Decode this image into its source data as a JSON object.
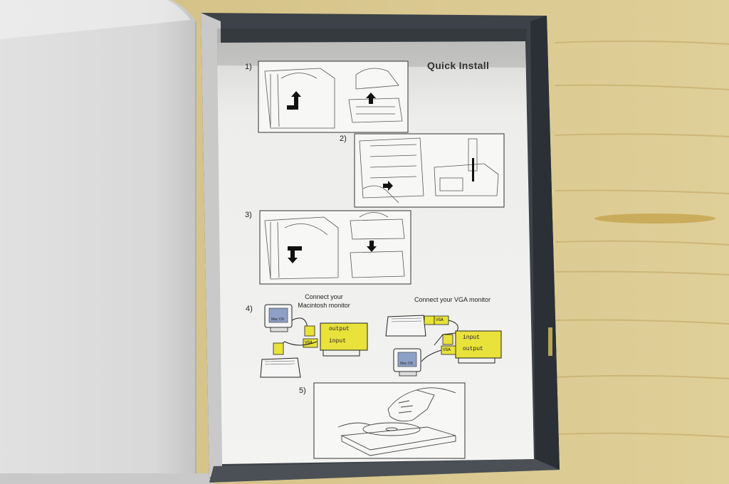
{
  "sheet": {
    "title": "Quick Install",
    "steps": [
      {
        "number": "1)"
      },
      {
        "number": "2)"
      },
      {
        "number": "3)"
      },
      {
        "number": "4)"
      },
      {
        "number": "5)"
      }
    ],
    "connect_mac": {
      "line1": "Connect your",
      "line2": "Macintosh monitor"
    },
    "connect_vga": "Connect your VGA monitor",
    "card_labels": {
      "output": "output",
      "input": "input",
      "vga": "VGA"
    },
    "monitor_text": "Mac OS"
  },
  "colors": {
    "wood": "#d9c88f",
    "box_lid": "#dcdcdc",
    "box_interior": "#3d4248",
    "paper": "#f2f2f0",
    "card_yellow": "#e9e23a"
  }
}
